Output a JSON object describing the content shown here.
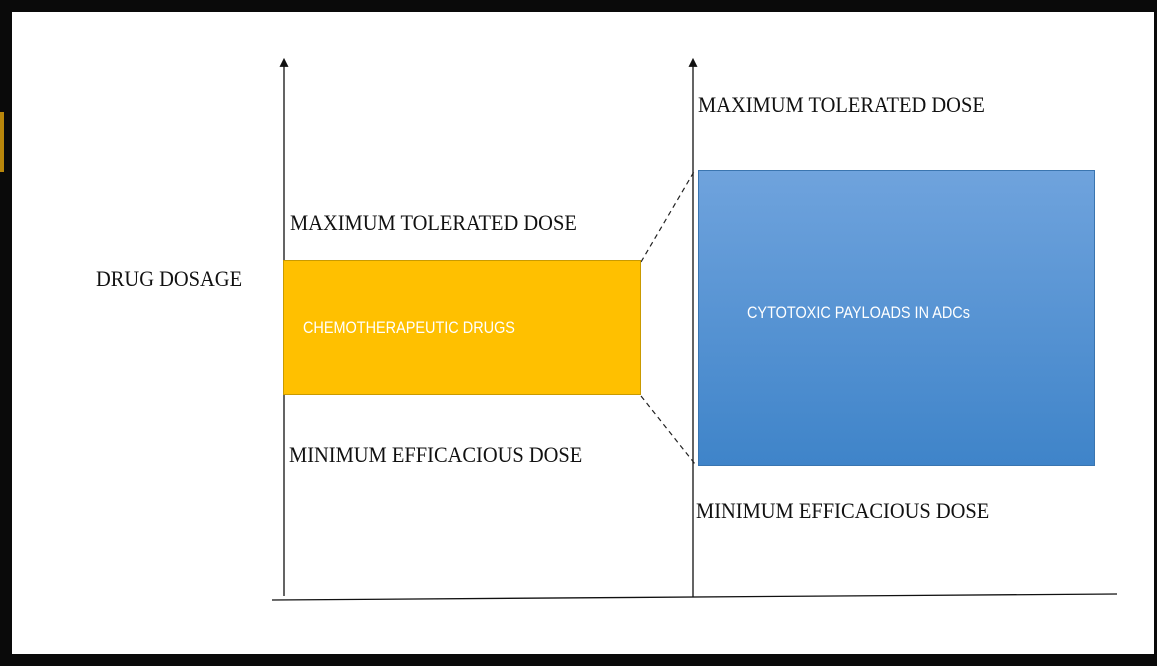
{
  "y_axis_label": "DRUG DOSAGE",
  "left_panel": {
    "max_label": "MAXIMUM TOLERATED DOSE",
    "min_label": "MINIMUM EFFICACIOUS DOSE",
    "box_label": "CHEMOTHERAPEUTIC DRUGS",
    "box_color": "#ffc000"
  },
  "right_panel": {
    "max_label": "MAXIMUM TOLERATED DOSE",
    "min_label": "MINIMUM EFFICACIOUS DOSE",
    "box_label": "CYTOTOXIC PAYLOADS IN ADCs",
    "box_color": "#4a8fd2"
  }
}
